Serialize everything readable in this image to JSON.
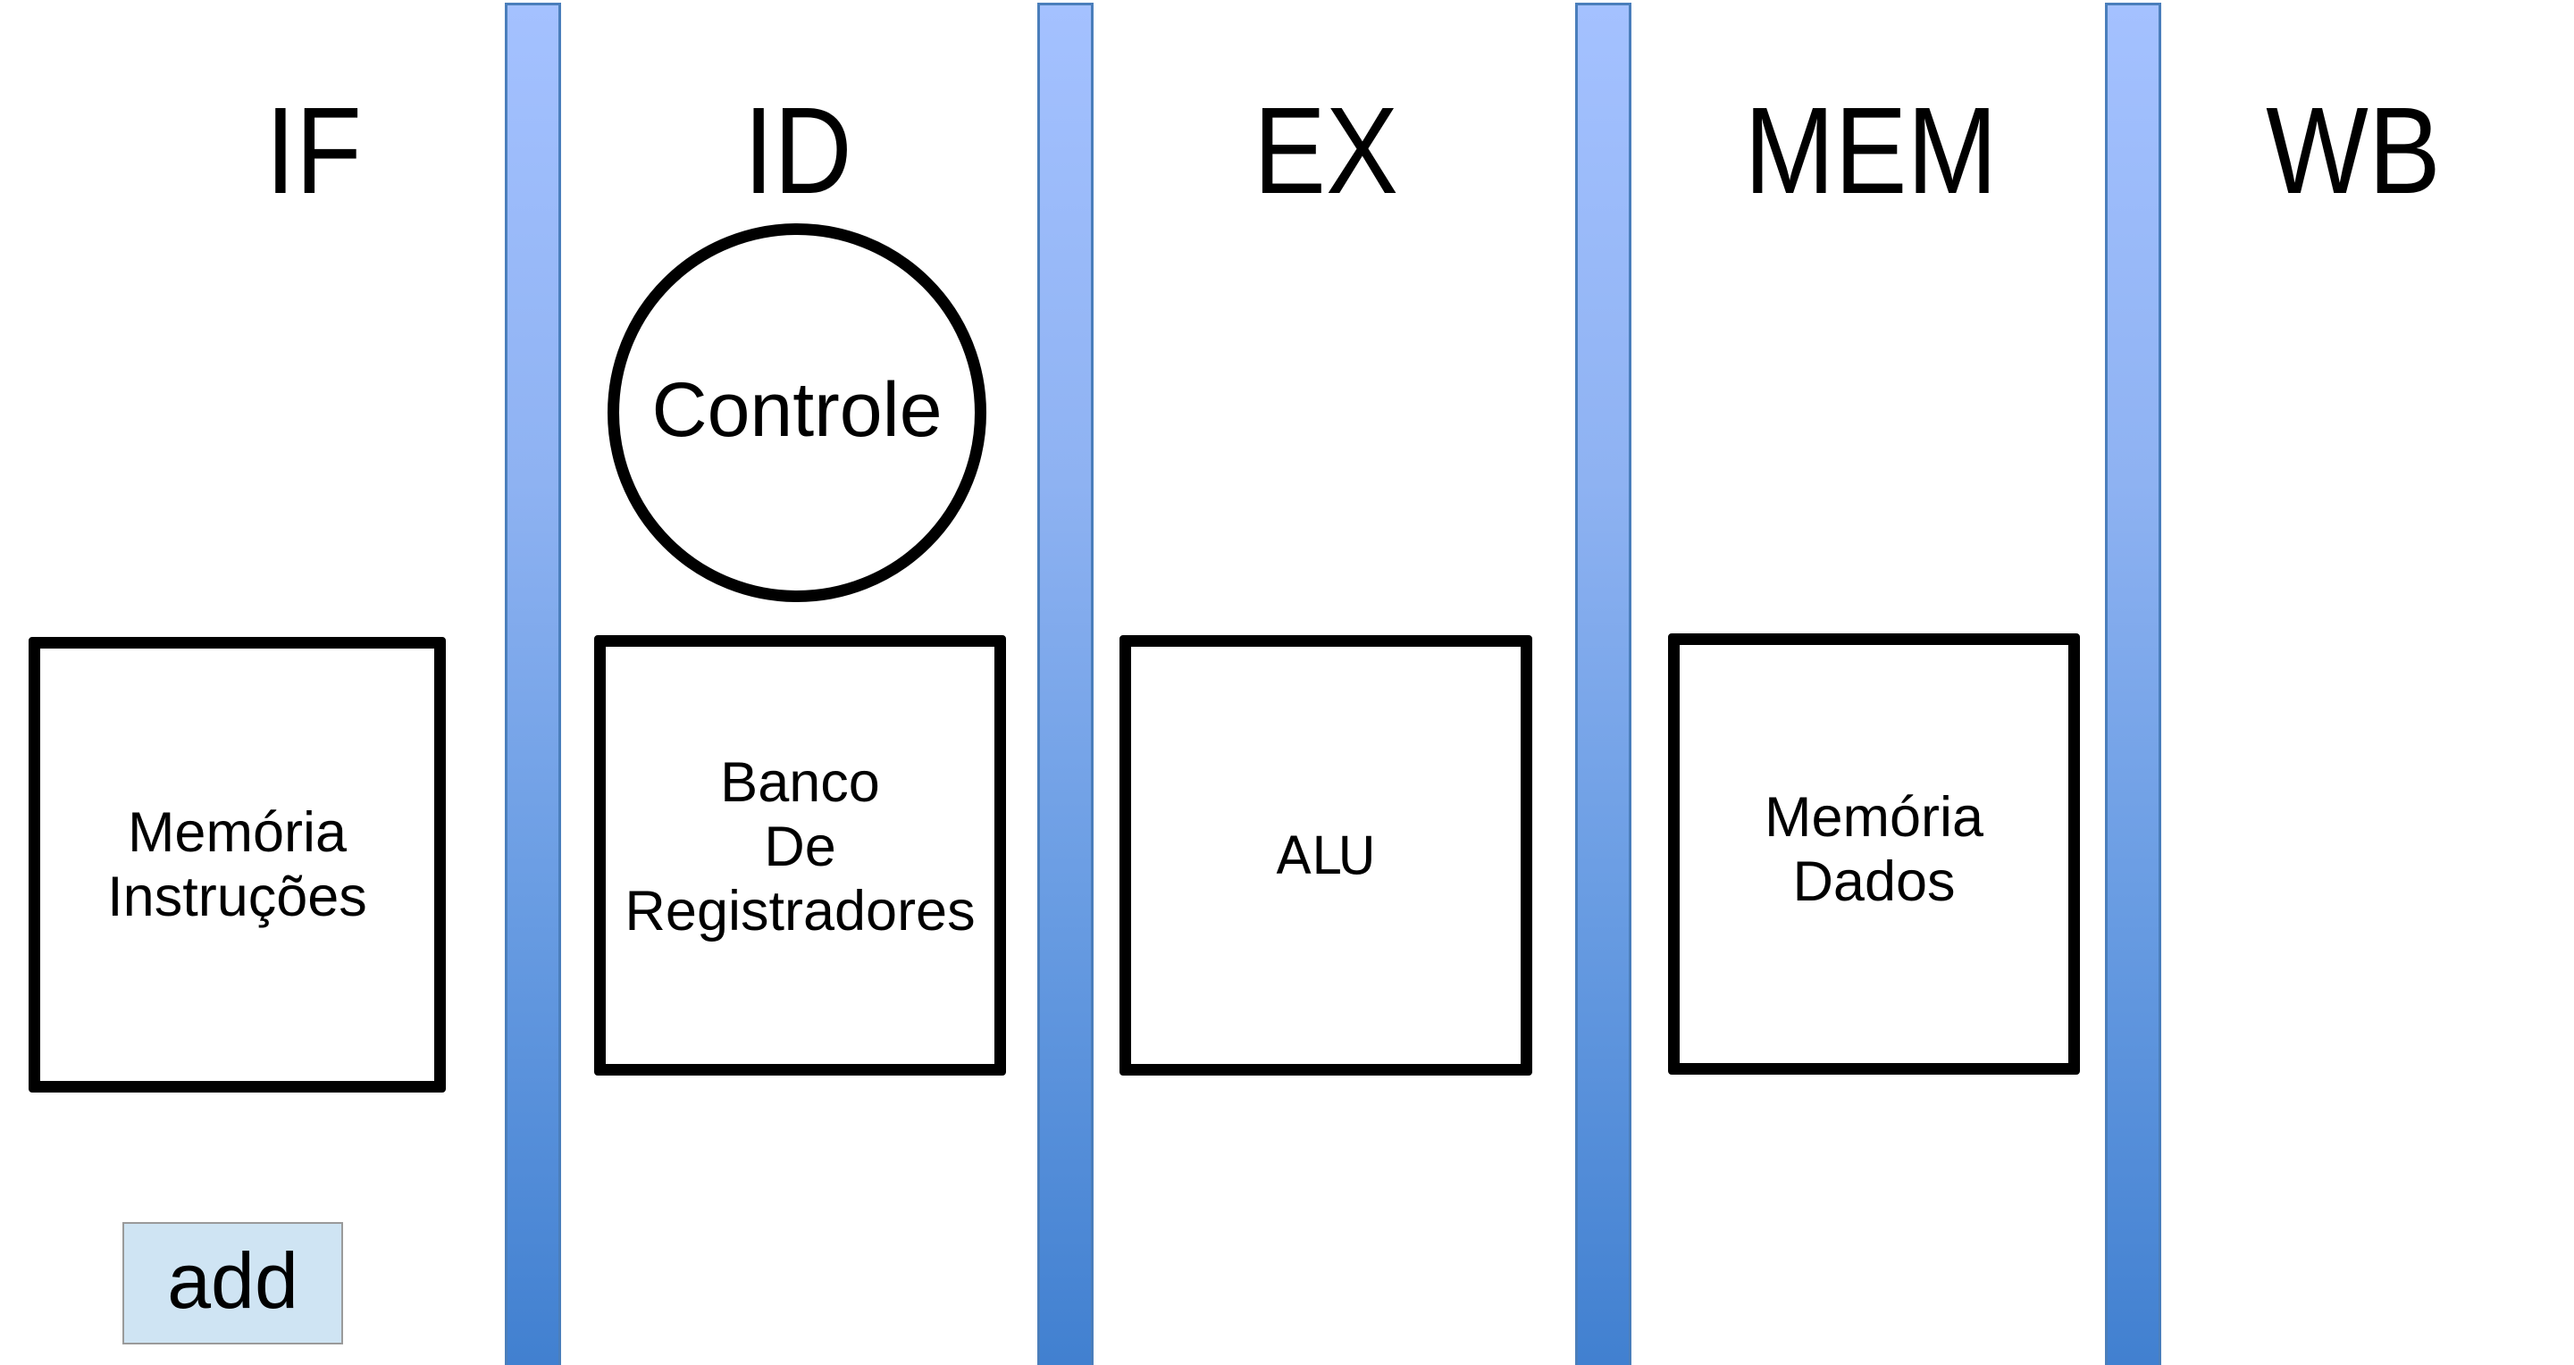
{
  "diagram": {
    "title": "Pipeline stages",
    "stages": [
      {
        "id": "IF",
        "label": "IF"
      },
      {
        "id": "ID",
        "label": "ID"
      },
      {
        "id": "EX",
        "label": "EX"
      },
      {
        "id": "MEM",
        "label": "MEM"
      },
      {
        "id": "WB",
        "label": "WB"
      }
    ],
    "pipeline_registers": [
      "IF/ID",
      "ID/EX",
      "EX/MEM",
      "MEM/WB"
    ],
    "units": {
      "instruction_memory": "Memória\nInstruções",
      "register_file": "Banco\nDe\nRegistradores",
      "alu": "ALU",
      "data_memory": "Memória\nDados",
      "control": "Controle"
    },
    "instruction": {
      "label": "add",
      "stage": "IF"
    },
    "colors": {
      "register_top": "#a4c1ff",
      "register_bottom": "#4180d0",
      "register_border": "#4a7ebb",
      "instruction_fill": "#cfe4f3",
      "unit_border": "#000000"
    }
  }
}
